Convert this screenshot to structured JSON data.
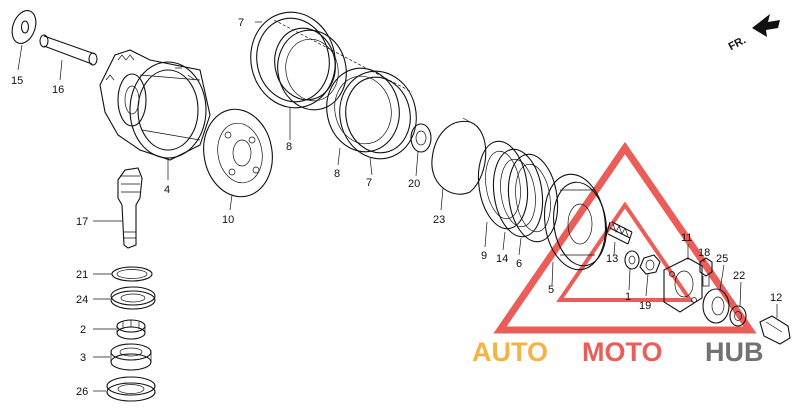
{
  "direction_label": "FR.",
  "watermark": {
    "brand_part1": "AUTO",
    "brand_part2": "MOTO",
    "brand_part3": "HUB",
    "color_orange": "#F5A623",
    "color_red": "#E8413C",
    "color_gray": "#5A5A5A"
  },
  "callouts": {
    "c15": "15",
    "c16": "16",
    "c4": "4",
    "c7a": "7",
    "c8a": "8",
    "c8b": "8",
    "c7b": "7",
    "c10": "10",
    "c17": "17",
    "c21": "21",
    "c24": "24",
    "c2": "2",
    "c3": "3",
    "c26": "26",
    "c20": "20",
    "c23": "23",
    "c9": "9",
    "c14": "14",
    "c6": "6",
    "c5": "5",
    "c13": "13",
    "c1": "1",
    "c19": "19",
    "c11": "11",
    "c18": "18",
    "c25": "25",
    "c22": "22",
    "c12": "12"
  }
}
